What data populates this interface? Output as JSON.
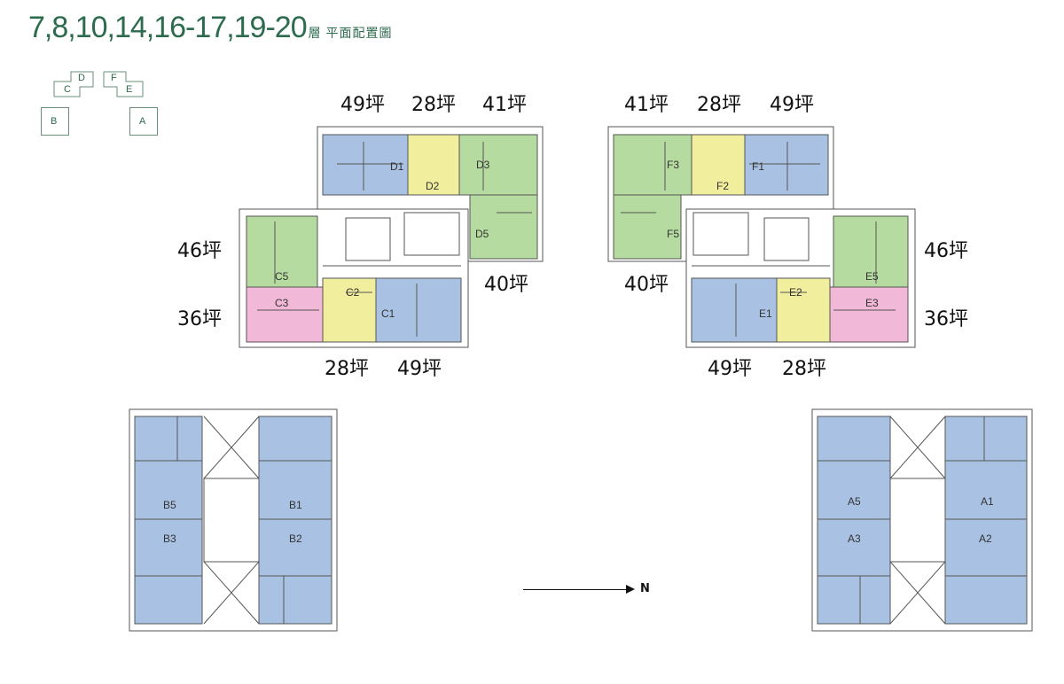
{
  "title": {
    "floors": "7,8,10,14,16-17,19-20",
    "suffix": "層 平面配置圖"
  },
  "key_plan": [
    {
      "id": "kC",
      "text": "C"
    },
    {
      "id": "kD",
      "text": "D"
    },
    {
      "id": "kF",
      "text": "F"
    },
    {
      "id": "kE",
      "text": "E"
    },
    {
      "id": "kB",
      "text": "B"
    },
    {
      "id": "kA",
      "text": "A"
    }
  ],
  "areas": {
    "d1": "49坪",
    "d2": "28坪",
    "d3": "41坪",
    "f3": "41坪",
    "f2": "28坪",
    "f1": "49坪",
    "c5": "46坪",
    "c3": "36坪",
    "d5": "40坪",
    "f5": "40坪",
    "e5": "46坪",
    "e3": "36坪",
    "c2": "28坪",
    "c1": "49坪",
    "e1": "49坪",
    "e2": "28坪"
  },
  "units": {
    "D1": "D1",
    "D2": "D2",
    "D3": "D3",
    "D5": "D5",
    "C1": "C1",
    "C2": "C2",
    "C3": "C3",
    "C5": "C5",
    "F1": "F1",
    "F2": "F2",
    "F3": "F3",
    "F5": "F5",
    "E1": "E1",
    "E2": "E2",
    "E3": "E3",
    "E5": "E5",
    "B1": "B1",
    "B2": "B2",
    "B3": "B3",
    "B5": "B5",
    "A1": "A1",
    "A2": "A2",
    "A3": "A3",
    "A5": "A5"
  },
  "colors": {
    "blue": "#a9c2e4",
    "yellow": "#f1ee9e",
    "green": "#b6dba0",
    "pink": "#f2b8d8",
    "core": "#ffffff",
    "wall": "#555555"
  },
  "north": {
    "label": "N"
  }
}
